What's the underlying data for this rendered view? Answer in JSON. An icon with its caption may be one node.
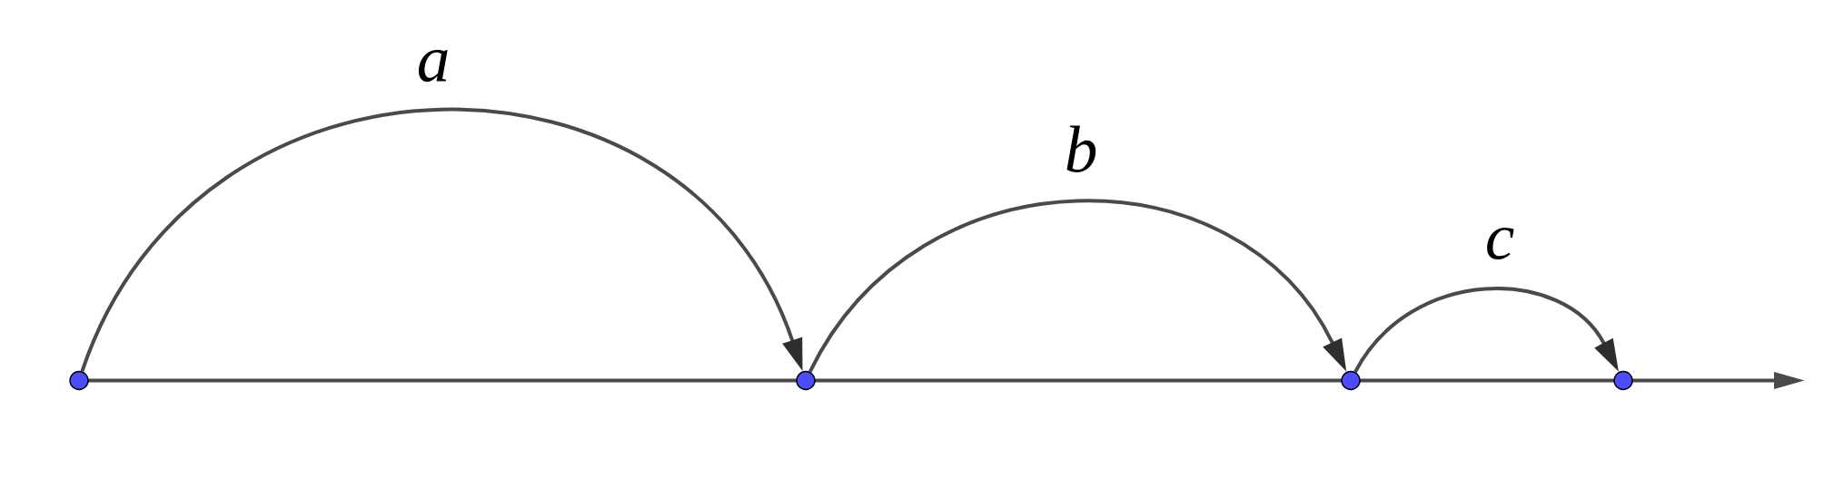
{
  "diagram": {
    "nodes": [
      {
        "text": [],
        "shape": "circle"
      },
      {
        "text": [],
        "shape": "circle"
      },
      {
        "text": [],
        "shape": "circle"
      },
      {
        "text": [],
        "shape": "circle"
      }
    ],
    "edges": [
      {
        "from": 0,
        "to": 1,
        "arrow": "to",
        "label": "a"
      },
      {
        "from": 1,
        "to": 2,
        "arrow": "to",
        "label": "b"
      },
      {
        "from": 2,
        "to": 3,
        "arrow": "to",
        "label": "c"
      }
    ]
  }
}
